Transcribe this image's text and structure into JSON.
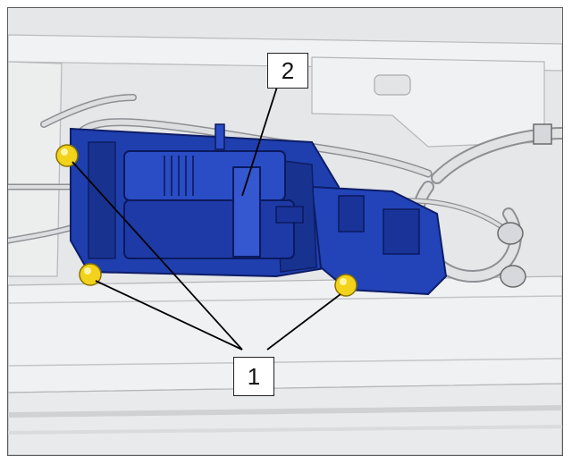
{
  "callouts": [
    {
      "id": "callout-1",
      "label": "1"
    },
    {
      "id": "callout-2",
      "label": "2"
    }
  ],
  "colors": {
    "background": "#e6e7e9",
    "body_panel": "#f2f3f4",
    "panel_shadow": "#c9cbce",
    "bracket_blue": "#1f3fae",
    "bracket_dark": "#10247a",
    "bolt_yellow": "#f2d21a",
    "pipe_gray": "#d6d8db",
    "outline": "#6a6a6a"
  },
  "icons": {
    "fastener": "yellow-bolt-icon",
    "compressor": "air-compressor-icon"
  }
}
